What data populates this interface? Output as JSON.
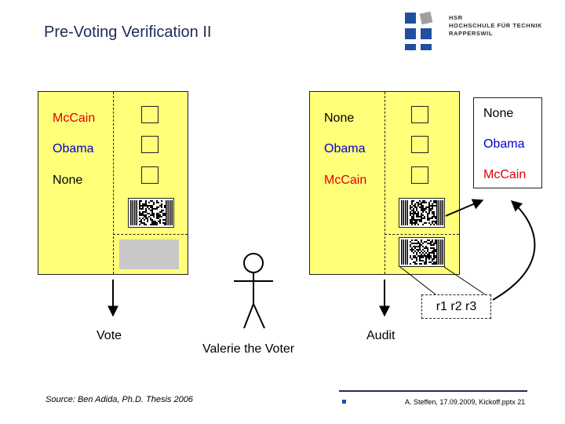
{
  "title": "Pre-Voting Verification II",
  "logo": {
    "lines": [
      "HSR",
      "HOCHSCHULE FÜR TECHNIK",
      "RAPPERSWIL"
    ]
  },
  "left_ballot": {
    "candidates": [
      {
        "name": "McCain",
        "color": "#e00000"
      },
      {
        "name": "Obama",
        "color": "#0000cc"
      },
      {
        "name": "None",
        "color": "#000000"
      }
    ]
  },
  "right_ballot": {
    "candidates": [
      {
        "name": "None",
        "color": "#000000"
      },
      {
        "name": "Obama",
        "color": "#0000cc"
      },
      {
        "name": "McCain",
        "color": "#e00000"
      }
    ]
  },
  "receipt": {
    "candidates": [
      {
        "name": "None",
        "color": "#000000"
      },
      {
        "name": "Obama",
        "color": "#0000cc"
      },
      {
        "name": "McCain",
        "color": "#e00000"
      }
    ]
  },
  "randomness_label": "r1 r2 r3",
  "vote_label": "Vote",
  "audit_label": "Audit",
  "voter_label": "Valerie the Voter",
  "footer": {
    "source": "Source:  Ben Adida, Ph.D. Thesis 2006",
    "ref": "A. Steffen, 17.09.2009, Kickoff.pptx 21"
  },
  "colors": {
    "ballot": "#ffff7a",
    "title": "#1f2a5a",
    "logo_blue": "#1f4fa0",
    "logo_gray": "#a0a0a0"
  }
}
